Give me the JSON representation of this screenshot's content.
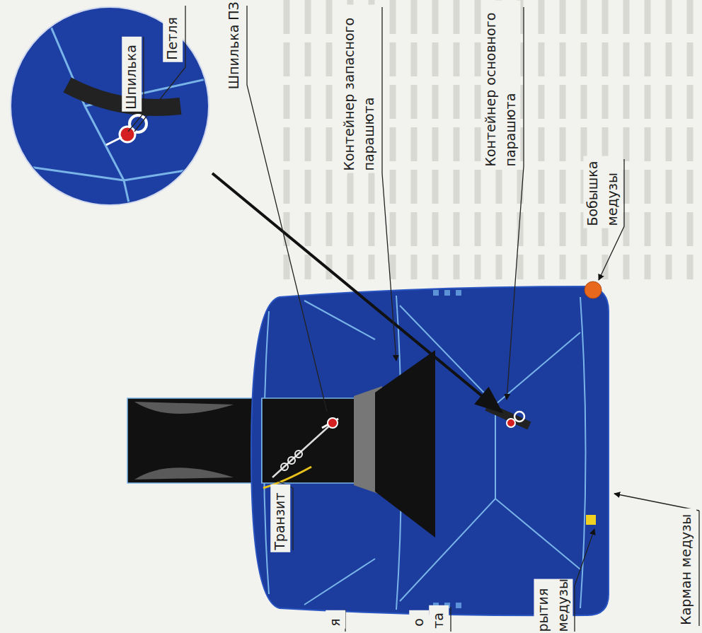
{
  "diagram": {
    "labels": [
      "Шпилька",
      "Петля",
      "Шпилька ПЗ",
      "Транзит",
      "Контейнер запасного парашюта",
      "Контейнер основного парашюта",
      "Бобышка медузы",
      "Карман медузы",
      "рытия медузы",
      "я",
      "о",
      "та"
    ]
  }
}
